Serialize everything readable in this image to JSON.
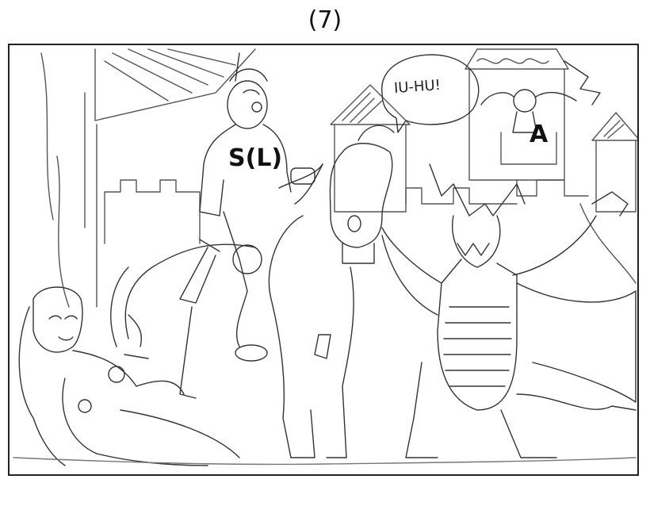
{
  "panel": {
    "number": "(7)",
    "labels": {
      "rider": "S(L)",
      "tower_figure": "A"
    },
    "speech_bubble": "IU-HU!"
  },
  "colors": {
    "line": "#333333",
    "frame": "#222222",
    "background": "#ffffff"
  }
}
